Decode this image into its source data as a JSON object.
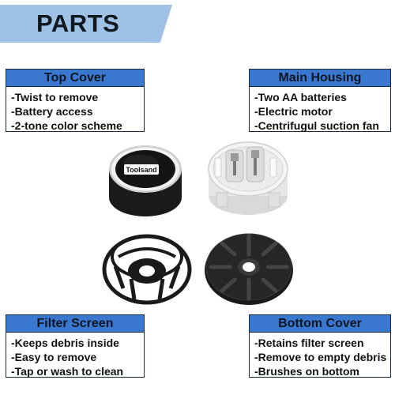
{
  "title": "PARTS",
  "boxes": {
    "top_cover": {
      "title": "Top Cover",
      "lines": [
        "-Twist to remove",
        "-Battery access",
        "-2-tone color scheme"
      ]
    },
    "main_housing": {
      "title": "Main Housing",
      "lines": [
        "-Two AA batteries",
        "-Electric motor",
        "-Centrifugul suction fan"
      ]
    },
    "filter_screen": {
      "title": "Filter Screen",
      "lines": [
        "-Keeps debris inside",
        "-Easy to remove",
        "-Tap or wash to clean"
      ]
    },
    "bottom_cover": {
      "title": "Bottom Cover",
      "lines": [
        "-Retains filter screen",
        "-Remove to empty debris",
        "-Brushes on bottom"
      ]
    }
  },
  "brand_label": "Toolsand",
  "colors": {
    "banner": "#9fc1e6",
    "header": "#3a78cf",
    "border": "#1b2a3b"
  }
}
